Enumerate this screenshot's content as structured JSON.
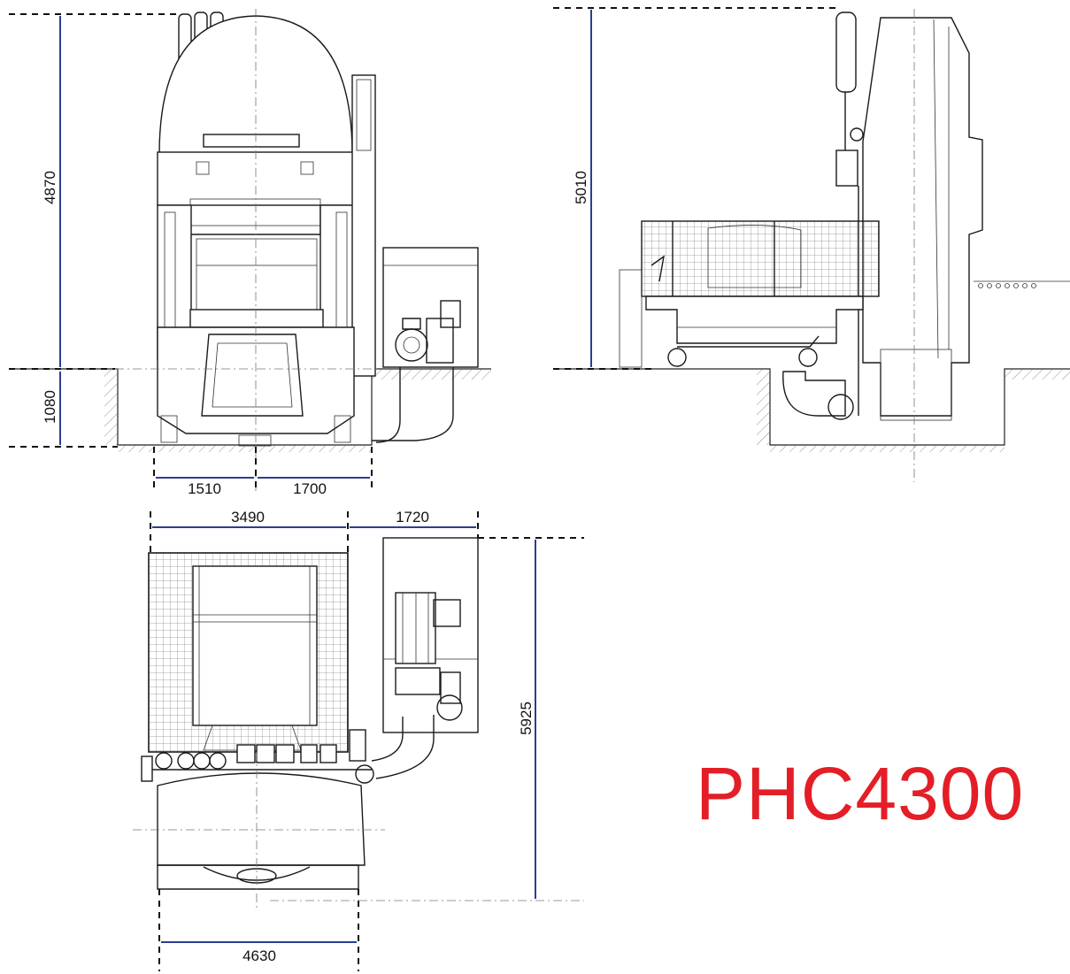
{
  "model": {
    "text": "PHC4300",
    "color": "#e41e26"
  },
  "colors": {
    "dimension_line": "#2a3f8f",
    "drawing_line": "#1a1a1a"
  },
  "dimensions": {
    "front_height_above_floor": "4870",
    "front_depth_below_floor": "1080",
    "front_left_width": "1510",
    "front_right_width": "1700",
    "side_height": "5010",
    "plan_main_width": "3490",
    "plan_unit_width": "1720",
    "plan_length": "5925",
    "plan_base_width": "4630"
  }
}
